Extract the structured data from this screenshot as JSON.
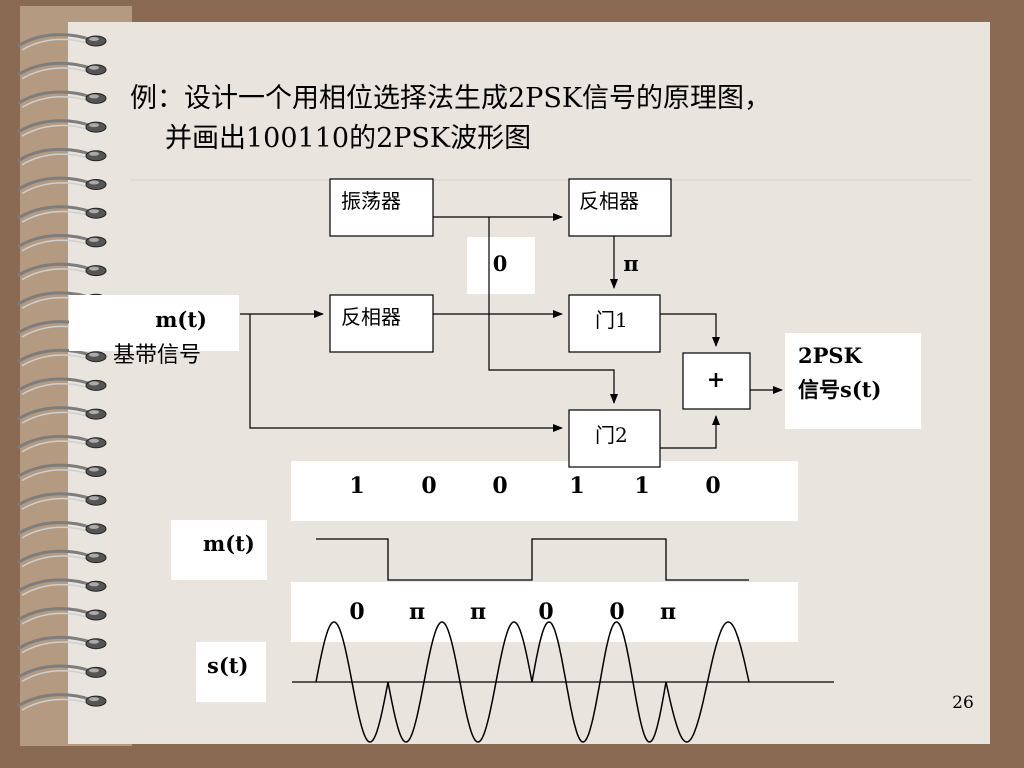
{
  "title": {
    "line1": "例：设计一个用相位选择法生成2PSK信号的原理图，",
    "line2": "并画出100110的2PSK波形图"
  },
  "diagram": {
    "oscillator": "振荡器",
    "inverter_top": "反相器",
    "inverter_mid": "反相器",
    "gate1": "门1",
    "gate2": "门2",
    "adder": "+",
    "phase_zero": "0",
    "phase_pi": "π",
    "input_name": "m(t)",
    "input_desc": "基带信号",
    "output_name": "2PSK",
    "output_desc": "信号s(t)"
  },
  "waveform": {
    "bits": [
      "1",
      "0",
      "0",
      "1",
      "1",
      "0"
    ],
    "phases": [
      "0",
      "π",
      "π",
      "0",
      "0",
      "π"
    ],
    "mt_label": "m(t)",
    "st_label": "s(t)"
  },
  "page_number": "26",
  "colors": {
    "frame": "#8a6a52",
    "slide": "#e9e4de",
    "spiral": "#9a9a9a"
  }
}
